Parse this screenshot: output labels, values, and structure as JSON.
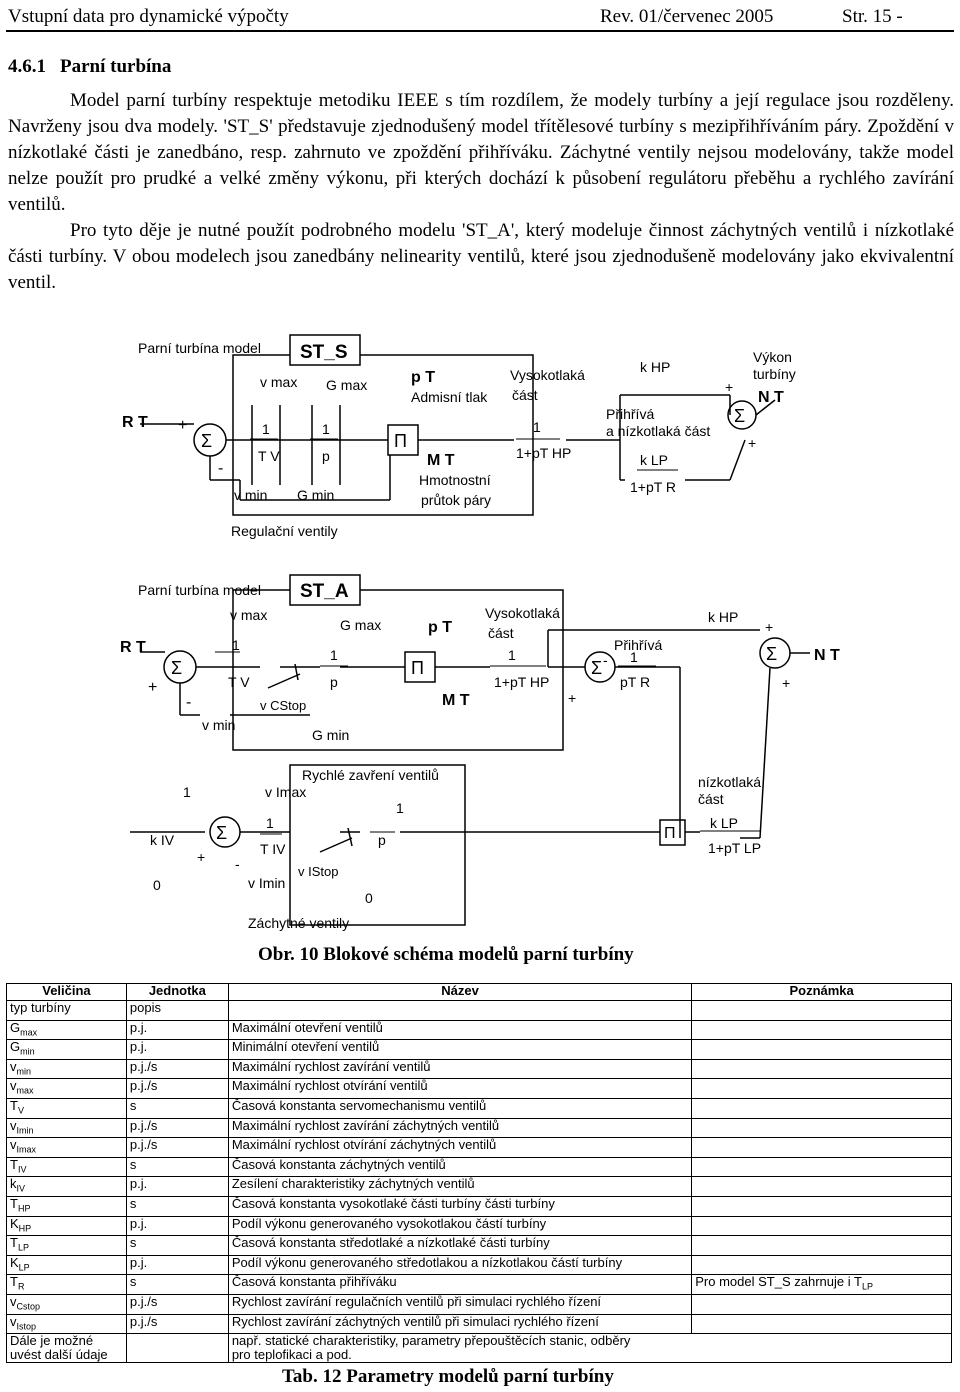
{
  "header": {
    "left": "Vstupní data pro dynamické výpočty",
    "middle": "Rev. 01/červenec 2005",
    "right": "Str. 15 -"
  },
  "section": {
    "number": "4.6.1",
    "title": "Parní turbína"
  },
  "paragraphs": [
    "Model parní turbíny respektuje metodiku IEEE s tím rozdílem, že modely turbíny a její regulace jsou rozděleny. Navrženy jsou dva modely. 'ST_S' představuje zjednodušený model třítělesové turbíny s mezipřihříváním páry. Zpoždění v nízkotlaké části je zanedbáno, resp. zahrnuto ve zpoždění přihříváku. Záchytné ventily nejsou modelovány, takže model nelze použít pro prudké a velké změny výkonu, při kterých dochází k působení regulátoru přeběhu a rychlého zavírání ventilů.",
    "Pro tyto děje je nutné použít podrobného modelu 'ST_A', který modeluje činnost záchytných ventilů i nízkotlaké části turbíny. V obou modelech jsou zanedbány nelinearity ventilů, které jsou zjednodušeně modelovány jako ekvivalentní ventil."
  ],
  "diagram_st_s": {
    "model_label": "Parní turbína model",
    "model_name": "ST_S",
    "input": "R T",
    "plus": "+",
    "minus": "-",
    "sigma": "Σ",
    "pi": "Π",
    "vmax": "v max",
    "vmin": "v min",
    "gmax": "G max",
    "gmin": "G min",
    "one": "1",
    "tv": "T V",
    "p": "p",
    "pt": "p T",
    "pt_desc": "Admisní tlak",
    "mt": "M T",
    "mt_desc1": "Hmotnostní",
    "mt_desc2": "průtok páry",
    "hp_label1": "Vysokotlaká",
    "hp_label2": "část",
    "hp_den": "1+pT HP",
    "khp": "k HP",
    "reheat1": "Přihřívá",
    "reheat2": "a nízkotlaká část",
    "klp": "k LP",
    "reheat_den": "1+pT R",
    "out1": "Výkon",
    "out2": "turbíny",
    "out3": "N T",
    "valves": "Regulační ventily"
  },
  "diagram_st_a": {
    "model_label": "Parní turbína model",
    "model_name": "ST_A",
    "input": "R T",
    "plus": "+",
    "minus": "-",
    "sigma": "Σ",
    "pi": "Π",
    "vmax": "v max",
    "vmin": "v min",
    "gmax": "G max",
    "gmin": "G min",
    "one": "1",
    "tv": "T V",
    "p": "p",
    "vcstop": "v CStop",
    "pt": "p T",
    "mt": "M T",
    "hp_label1": "Vysokotlaká",
    "hp_label2": "část",
    "hp_den": "1+pT HP",
    "reheat": "Přihřívá",
    "reheat_den": "pT R",
    "khp": "k HP",
    "nt": "N T",
    "fast": "Rychlé zavření ventilů",
    "kiv": "k IV",
    "zero": "0",
    "vimax": "v Imax",
    "vimin": "v Imin",
    "tiv": "T IV",
    "vistop": "v IStop",
    "lp1": "nízkotlaká",
    "lp2": "část",
    "klp": "k LP",
    "lp_den": "1+pT LP",
    "intercept": "Záchytné ventily"
  },
  "figure_caption": {
    "label": "Obr. 10",
    "text": "Blokové schéma modelů parní turbíny"
  },
  "table": {
    "headers": [
      "Veličina",
      "Jednotka",
      "Název",
      "Poznámka"
    ],
    "rows": [
      {
        "sym": "typ turbíny",
        "sub": "",
        "unit": "popis",
        "name": "",
        "note": "",
        "note_sub": ""
      },
      {
        "sym": "G",
        "sub": "max",
        "unit": "p.j.",
        "name": "Maximální otevření ventilů",
        "note": "",
        "note_sub": ""
      },
      {
        "sym": "G",
        "sub": "min",
        "unit": "p.j.",
        "name": "Minimální otevření ventilů",
        "note": "",
        "note_sub": ""
      },
      {
        "sym": "v",
        "sub": "min",
        "unit": "p.j./s",
        "name": "Maximální rychlost zavírání ventilů",
        "note": "",
        "note_sub": ""
      },
      {
        "sym": "v",
        "sub": "max",
        "unit": "p.j./s",
        "name": "Maximální rychlost otvírání ventilů",
        "note": "",
        "note_sub": ""
      },
      {
        "sym": "T",
        "sub": "V",
        "unit": "s",
        "name": "Časová konstanta servomechanismu ventilů",
        "note": "",
        "note_sub": ""
      },
      {
        "sym": "v",
        "sub": "Imin",
        "unit": "p.j./s",
        "name": "Maximální rychlost zavírání záchytných ventilů",
        "note": "",
        "note_sub": ""
      },
      {
        "sym": "v",
        "sub": "Imax",
        "unit": "p.j./s",
        "name": "Maximální rychlost otvírání záchytných ventilů",
        "note": "",
        "note_sub": ""
      },
      {
        "sym": "T",
        "sub": "IV",
        "unit": "s",
        "name": "Časová konstanta záchytných ventilů",
        "note": "",
        "note_sub": ""
      },
      {
        "sym": "k",
        "sub": "IV",
        "unit": "p.j.",
        "name": "Zesílení charakteristiky záchytných ventilů",
        "note": "",
        "note_sub": ""
      },
      {
        "sym": "T",
        "sub": "HP",
        "unit": "s",
        "name": "Časová konstanta vysokotlaké části turbíny části turbíny",
        "note": "",
        "note_sub": ""
      },
      {
        "sym": "K",
        "sub": "HP",
        "unit": "p.j.",
        "name": "Podíl výkonu generovaného vysokotlakou částí turbíny",
        "note": "",
        "note_sub": ""
      },
      {
        "sym": "T",
        "sub": "LP",
        "unit": "s",
        "name": "Časová konstanta středotlaké a nízkotlaké části turbíny",
        "note": "",
        "note_sub": ""
      },
      {
        "sym": "K",
        "sub": "LP",
        "unit": "p.j.",
        "name": "Podíl výkonu generovaného středotlakou a nízkotlakou částí turbíny",
        "note": "",
        "note_sub": ""
      },
      {
        "sym": "T",
        "sub": "R",
        "unit": "s",
        "name": "Časová konstanta přihříváku",
        "note": "Pro model ST_S zahrnuje i T",
        "note_sub": "LP"
      },
      {
        "sym": "v",
        "sub": "Cstop",
        "unit": "p.j./s",
        "name": "Rychlost zavírání regulačních ventilů při simulaci rychlého řízení",
        "note": "",
        "note_sub": ""
      },
      {
        "sym": "v",
        "sub": "Istop",
        "unit": "p.j./s",
        "name": "Rychlost zavírání záchytných ventilů při simulaci rychlého řízení",
        "note": "",
        "note_sub": ""
      }
    ],
    "last_row": {
      "sym1": "Dále je možné",
      "sym2": "uvést další údaje",
      "name1": "např. statické charakteristiky, parametry přepouštěcích stanic, odběry",
      "name2": "pro teplofikaci a pod."
    }
  },
  "table_caption": {
    "label": "Tab. 12",
    "text": "Parametry modelů parní turbíny"
  }
}
